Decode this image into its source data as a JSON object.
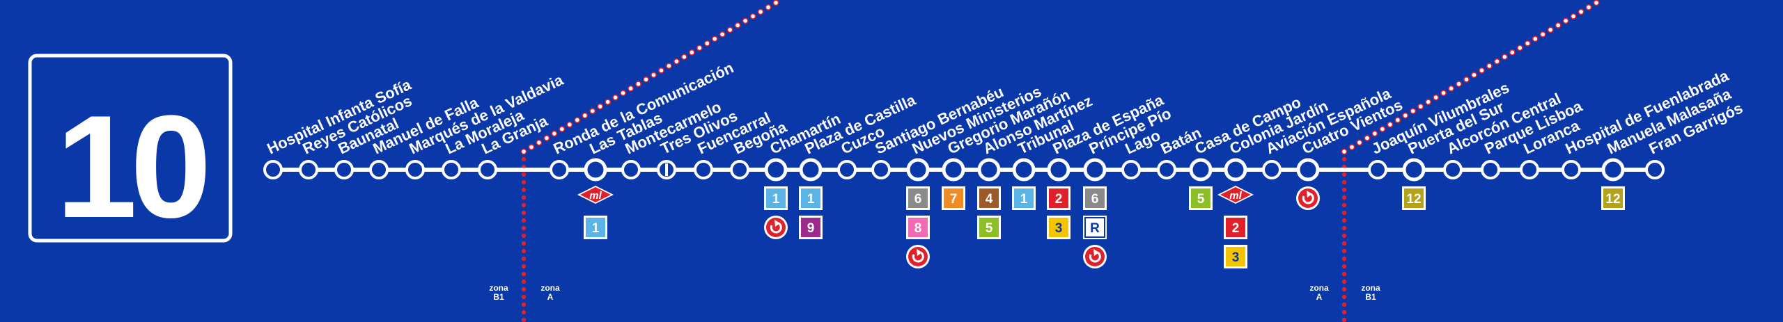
{
  "line": {
    "number": "10"
  },
  "stations": [
    {
      "name": "Hospital Infanta Sofía"
    },
    {
      "name": "Reyes Católicos"
    },
    {
      "name": "Baunatal"
    },
    {
      "name": "Manuel de Falla"
    },
    {
      "name": "Marqués de la Valdavia"
    },
    {
      "name": "La Moraleja"
    },
    {
      "name": "La Granja"
    },
    {
      "name": "Ronda de la Comunicación"
    },
    {
      "name": "Las Tablas",
      "transfers": [
        "ml",
        "1"
      ]
    },
    {
      "name": "Montecarmelo"
    },
    {
      "name": "Tres Olivos",
      "terminus_mark": true
    },
    {
      "name": "Fuencarral"
    },
    {
      "name": "Begoña"
    },
    {
      "name": "Chamartín",
      "transfers": [
        "1",
        "renfe"
      ]
    },
    {
      "name": "Plaza de Castilla",
      "transfers": [
        "1",
        "9"
      ]
    },
    {
      "name": "Cuzco"
    },
    {
      "name": "Santiago Bernabéu"
    },
    {
      "name": "Nuevos Ministerios",
      "transfers": [
        "6",
        "8",
        "renfe"
      ]
    },
    {
      "name": "Gregorio Marañón",
      "transfers": [
        "7"
      ]
    },
    {
      "name": "Alonso Martínez",
      "transfers": [
        "4",
        "5"
      ]
    },
    {
      "name": "Tribunal",
      "transfers": [
        "1"
      ]
    },
    {
      "name": "Plaza de España",
      "transfers": [
        "2",
        "3"
      ]
    },
    {
      "name": "Príncipe Pío",
      "transfers": [
        "6",
        "R",
        "renfe"
      ]
    },
    {
      "name": "Lago"
    },
    {
      "name": "Batán"
    },
    {
      "name": "Casa de Campo",
      "transfers": [
        "5"
      ]
    },
    {
      "name": "Colonia Jardín",
      "transfers": [
        "ml",
        "2",
        "3"
      ]
    },
    {
      "name": "Aviación Española"
    },
    {
      "name": "Cuatro Vientos",
      "transfers": [
        "renfe"
      ]
    },
    {
      "name": "Joaquín Vilumbrales"
    },
    {
      "name": "Puerta del Sur",
      "transfers": [
        "12"
      ]
    },
    {
      "name": "Alcorcón Central"
    },
    {
      "name": "Parque Lisboa"
    },
    {
      "name": "Loranca"
    },
    {
      "name": "Hospital de Fuenlabrada"
    },
    {
      "name": "Manuela Malasaña",
      "transfers": [
        "12"
      ]
    },
    {
      "name": "Fran Garrigós"
    }
  ],
  "zones": [
    {
      "left": "zona\nB1",
      "right": "zona\nA"
    },
    {
      "left": "zona\nA",
      "right": "zona\nB1"
    }
  ],
  "badges": {
    "ml": {
      "label": "ml",
      "color": "#e0202a"
    },
    "renfe": {
      "label": "renfe",
      "color": "#e0202a"
    },
    "R": {
      "label": "R",
      "color": "#ffffff",
      "text": "#0a38a8",
      "border": "#0a38a8"
    },
    "1": {
      "label": "1",
      "color": "#5ab4e6"
    },
    "2": {
      "label": "2",
      "color": "#e0202a"
    },
    "3": {
      "label": "3",
      "color": "#f5c400",
      "text": "#0a38a8"
    },
    "4": {
      "label": "4",
      "color": "#9c5a2a"
    },
    "5": {
      "label": "5",
      "color": "#8cbf26"
    },
    "6": {
      "label": "6",
      "color": "#8a8a8a"
    },
    "7": {
      "label": "7",
      "color": "#f08a24"
    },
    "8": {
      "label": "8",
      "color": "#f06ab4"
    },
    "9": {
      "label": "9",
      "color": "#9b2a8a"
    },
    "12": {
      "label": "12",
      "color": "#b4a31a"
    }
  },
  "colors": {
    "background": "#0a38a8",
    "line": "#ffffff",
    "zone_dots": "#e0202a"
  }
}
